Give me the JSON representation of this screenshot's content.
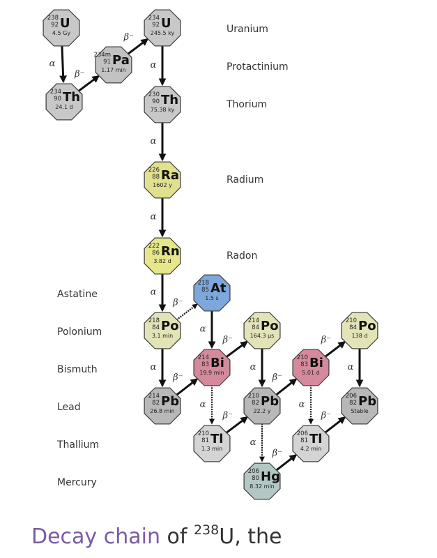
{
  "colors": {
    "U": "#c8c8c8",
    "Pa": "#c2c2c2",
    "Th": "#c8c8c8",
    "Ra": "#e1e08e",
    "Rn": "#e6e68a",
    "At": "#7ea7dc",
    "Po": "#e3e3b8",
    "Bi": "#d58a9b",
    "Pb": "#b8b8b8",
    "Tl": "#d4d4d4",
    "Hg": "#b3c8c5",
    "stroke": "#444444",
    "arrow": "#111111",
    "caption_link": "#7b5aa6"
  },
  "elements": [
    {
      "name": "Uranium"
    },
    {
      "name": "Protactinium"
    },
    {
      "name": "Thorium"
    },
    {
      "name": "Radium"
    },
    {
      "name": "Radon"
    },
    {
      "name": "Astatine"
    },
    {
      "name": "Polonium"
    },
    {
      "name": "Bismuth"
    },
    {
      "name": "Lead"
    },
    {
      "name": "Thallium"
    },
    {
      "name": "Mercury"
    }
  ],
  "nuclides": [
    {
      "id": "U238",
      "mass": "238",
      "z": "92",
      "symbol": "U",
      "halflife": "4.5 Gy"
    },
    {
      "id": "Th234",
      "mass": "234",
      "z": "90",
      "symbol": "Th",
      "halflife": "24.1 d"
    },
    {
      "id": "Pa234",
      "mass": "234m",
      "z": "91",
      "symbol": "Pa",
      "halflife": "1.17 min"
    },
    {
      "id": "U234",
      "mass": "234",
      "z": "92",
      "symbol": "U",
      "halflife": "245.5 ky"
    },
    {
      "id": "Th230",
      "mass": "230",
      "z": "90",
      "symbol": "Th",
      "halflife": "75.38 ky"
    },
    {
      "id": "Ra226",
      "mass": "226",
      "z": "88",
      "symbol": "Ra",
      "halflife": "1602 y"
    },
    {
      "id": "Rn222",
      "mass": "222",
      "z": "86",
      "symbol": "Rn",
      "halflife": "3.82 d"
    },
    {
      "id": "Po218",
      "mass": "218",
      "z": "84",
      "symbol": "Po",
      "halflife": "3.1 min"
    },
    {
      "id": "At218",
      "mass": "218",
      "z": "85",
      "symbol": "At",
      "halflife": "1.5 s"
    },
    {
      "id": "Pb214",
      "mass": "214",
      "z": "82",
      "symbol": "Pb",
      "halflife": "26.8 min"
    },
    {
      "id": "Bi214",
      "mass": "214",
      "z": "83",
      "symbol": "Bi",
      "halflife": "19.9 min"
    },
    {
      "id": "Po214",
      "mass": "214",
      "z": "84",
      "symbol": "Po",
      "halflife": "164.3 µs"
    },
    {
      "id": "Tl210",
      "mass": "210",
      "z": "81",
      "symbol": "Tl",
      "halflife": "1.3 min"
    },
    {
      "id": "Pb210",
      "mass": "210",
      "z": "82",
      "symbol": "Pb",
      "halflife": "22.2 y"
    },
    {
      "id": "Hg206",
      "mass": "206",
      "z": "80",
      "symbol": "Hg",
      "halflife": "8.32 min"
    },
    {
      "id": "Bi210",
      "mass": "210",
      "z": "83",
      "symbol": "Bi",
      "halflife": "5.01 d"
    },
    {
      "id": "Tl206",
      "mass": "206",
      "z": "81",
      "symbol": "Tl",
      "halflife": "4.2 min"
    },
    {
      "id": "Po210",
      "mass": "210",
      "z": "84",
      "symbol": "Po",
      "halflife": "138 d"
    },
    {
      "id": "Pb206",
      "mass": "206",
      "z": "82",
      "symbol": "Pb",
      "halflife": "Stable"
    }
  ],
  "decays": [
    {
      "from": "U238",
      "to": "Th234",
      "mode": "α",
      "major": true
    },
    {
      "from": "Th234",
      "to": "Pa234",
      "mode": "β⁻",
      "major": true
    },
    {
      "from": "Pa234",
      "to": "U234",
      "mode": "β⁻",
      "major": true
    },
    {
      "from": "U234",
      "to": "Th230",
      "mode": "α",
      "major": true
    },
    {
      "from": "Th230",
      "to": "Ra226",
      "mode": "α",
      "major": true
    },
    {
      "from": "Ra226",
      "to": "Rn222",
      "mode": "α",
      "major": true
    },
    {
      "from": "Rn222",
      "to": "Po218",
      "mode": "α",
      "major": true
    },
    {
      "from": "Po218",
      "to": "At218",
      "mode": "β⁻",
      "major": false
    },
    {
      "from": "Po218",
      "to": "Pb214",
      "mode": "α",
      "major": true
    },
    {
      "from": "At218",
      "to": "Bi214",
      "mode": "α",
      "major": true
    },
    {
      "from": "Pb214",
      "to": "Bi214",
      "mode": "β⁻",
      "major": true
    },
    {
      "from": "Bi214",
      "to": "Po214",
      "mode": "β⁻",
      "major": true
    },
    {
      "from": "Bi214",
      "to": "Tl210",
      "mode": "α",
      "major": false
    },
    {
      "from": "Po214",
      "to": "Pb210",
      "mode": "α",
      "major": true
    },
    {
      "from": "Tl210",
      "to": "Pb210",
      "mode": "β⁻",
      "major": true
    },
    {
      "from": "Pb210",
      "to": "Bi210",
      "mode": "β⁻",
      "major": true
    },
    {
      "from": "Pb210",
      "to": "Hg206",
      "mode": "α",
      "major": false
    },
    {
      "from": "Hg206",
      "to": "Tl206",
      "mode": "β⁻",
      "major": true
    },
    {
      "from": "Bi210",
      "to": "Po210",
      "mode": "β⁻",
      "major": true
    },
    {
      "from": "Bi210",
      "to": "Tl206",
      "mode": "α",
      "major": false
    },
    {
      "from": "Tl206",
      "to": "Pb206",
      "mode": "β⁻",
      "major": true
    },
    {
      "from": "Po210",
      "to": "Pb206",
      "mode": "α",
      "major": true
    }
  ],
  "caption": {
    "link_text": "Decay chain",
    "text_before": " of ",
    "superscript": "238",
    "text_after": "U, the"
  }
}
